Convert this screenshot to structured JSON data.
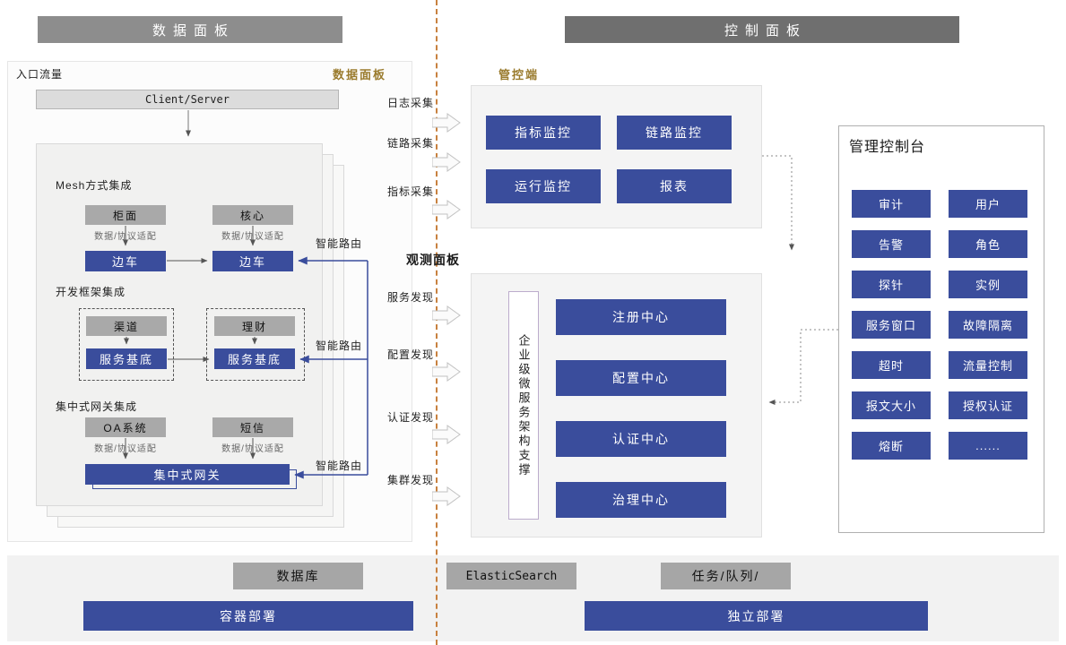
{
  "colors": {
    "blue": "#3a4d9c",
    "gold": "#9a7b2d",
    "divider": "#c8813f",
    "graybox": "#a9a9a9",
    "header_left": "#8d8d8d",
    "header_right": "#6f6f6f"
  },
  "header": {
    "left_title": "数据面板",
    "right_title": "控制面板"
  },
  "data_panel": {
    "entry_label": "入口流量",
    "corner_label": "数据面板",
    "client_server": "Client/Server",
    "adapter_label": "数据/协议适配",
    "smart_route_label": "智能路由",
    "mesh": {
      "title": "Mesh方式集成",
      "box1": "柜面",
      "box2": "核心",
      "sidecar": "边车"
    },
    "framework": {
      "title": "开发框架集成",
      "box1": "渠道",
      "box2": "理财",
      "base": "服务基底"
    },
    "gateway": {
      "title": "集中式网关集成",
      "box1": "OA系统",
      "box2": "短信",
      "bar": "集中式网关"
    }
  },
  "flows": {
    "collect": [
      "日志采集",
      "链路采集",
      "指标采集"
    ],
    "observe_title": "观测面板",
    "discover": [
      "服务发现",
      "配置发现",
      "认证发现",
      "集群发现"
    ]
  },
  "control_panel": {
    "tag": "管控端",
    "monitor_buttons": [
      "指标监控",
      "链路监控",
      "运行监控",
      "报表"
    ],
    "support_vertical": "企业级微服务架构支撑",
    "center_buttons": [
      "注册中心",
      "配置中心",
      "认证中心",
      "治理中心"
    ],
    "console": {
      "title": "管理控制台",
      "buttons": [
        "审计",
        "用户",
        "告警",
        "角色",
        "探针",
        "实例",
        "服务窗口",
        "故障隔离",
        "超时",
        "流量控制",
        "报文大小",
        "授权认证",
        "熔断",
        "......"
      ]
    }
  },
  "footer": {
    "gray_bars": [
      "数据库",
      "ElasticSearch",
      "任务/队列/"
    ],
    "blue_bars": [
      "容器部署",
      "独立部署"
    ]
  }
}
